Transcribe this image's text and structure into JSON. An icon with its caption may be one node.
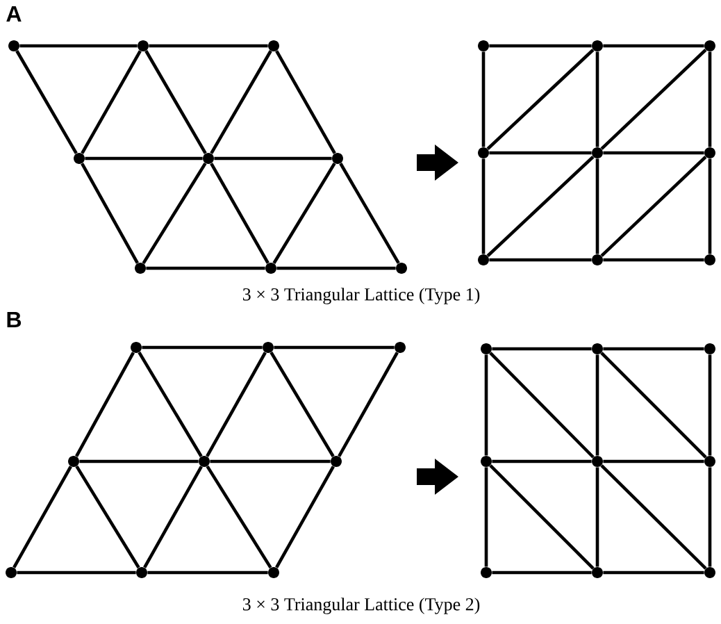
{
  "diagram": {
    "nodes": [
      {
        "text": [],
        "shape": "circle"
      },
      {
        "text": [],
        "shape": "circle"
      },
      {
        "text": [],
        "shape": "circle"
      },
      {
        "text": [],
        "shape": "circle"
      },
      {
        "text": [],
        "shape": "circle"
      },
      {
        "text": [],
        "shape": "circle"
      },
      {
        "text": [],
        "shape": "circle"
      },
      {
        "text": [],
        "shape": "circle"
      },
      {
        "text": [],
        "shape": "circle"
      },
      {
        "text": [],
        "shape": "circle"
      },
      {
        "text": [],
        "shape": "circle"
      },
      {
        "text": [],
        "shape": "circle"
      },
      {
        "text": [],
        "shape": "circle"
      },
      {
        "text": [],
        "shape": "circle"
      },
      {
        "text": [],
        "shape": "circle"
      },
      {
        "text": [],
        "shape": "circle"
      },
      {
        "text": [],
        "shape": "circle"
      },
      {
        "text": [],
        "shape": "circle"
      },
      {
        "text": [],
        "shape": "circle"
      },
      {
        "text": [],
        "shape": "circle"
      },
      {
        "text": [],
        "shape": "circle"
      },
      {
        "text": [],
        "shape": "circle"
      },
      {
        "text": [],
        "shape": "circle"
      },
      {
        "text": [],
        "shape": "circle"
      },
      {
        "text": [],
        "shape": "circle"
      },
      {
        "text": [],
        "shape": "circle"
      },
      {
        "text": [],
        "shape": "circle"
      },
      {
        "text": [],
        "shape": "circle"
      },
      {
        "text": [],
        "shape": "circle"
      },
      {
        "text": [],
        "shape": "circle"
      },
      {
        "text": [],
        "shape": "circle"
      },
      {
        "text": [],
        "shape": "circle"
      },
      {
        "text": [],
        "shape": "circle"
      },
      {
        "text": [],
        "shape": "circle"
      },
      {
        "text": [],
        "shape": "circle"
      },
      {
        "text": [],
        "shape": "circle"
      }
    ],
    "edges": [
      {
        "from": 0,
        "to": 1,
        "arrow": "none"
      },
      {
        "from": 1,
        "to": 2,
        "arrow": "none"
      },
      {
        "from": 3,
        "to": 4,
        "arrow": "none"
      },
      {
        "from": 4,
        "to": 5,
        "arrow": "none"
      },
      {
        "from": 6,
        "to": 7,
        "arrow": "none"
      },
      {
        "from": 7,
        "to": 8,
        "arrow": "none"
      },
      {
        "from": 0,
        "to": 3,
        "arrow": "none"
      },
      {
        "from": 1,
        "to": 4,
        "arrow": "none"
      },
      {
        "from": 2,
        "to": 5,
        "arrow": "none"
      },
      {
        "from": 3,
        "to": 6,
        "arrow": "none"
      },
      {
        "from": 4,
        "to": 7,
        "arrow": "none"
      },
      {
        "from": 5,
        "to": 8,
        "arrow": "none"
      },
      {
        "from": 1,
        "to": 3,
        "arrow": "none"
      },
      {
        "from": 2,
        "to": 4,
        "arrow": "none"
      },
      {
        "from": 4,
        "to": 6,
        "arrow": "none"
      },
      {
        "from": 5,
        "to": 7,
        "arrow": "none"
      },
      {
        "from": 9,
        "to": 10,
        "arrow": "none"
      },
      {
        "from": 10,
        "to": 11,
        "arrow": "none"
      },
      {
        "from": 12,
        "to": 13,
        "arrow": "none"
      },
      {
        "from": 13,
        "to": 14,
        "arrow": "none"
      },
      {
        "from": 15,
        "to": 16,
        "arrow": "none"
      },
      {
        "from": 16,
        "to": 17,
        "arrow": "none"
      },
      {
        "from": 9,
        "to": 12,
        "arrow": "none"
      },
      {
        "from": 10,
        "to": 13,
        "arrow": "none"
      },
      {
        "from": 11,
        "to": 14,
        "arrow": "none"
      },
      {
        "from": 12,
        "to": 15,
        "arrow": "none"
      },
      {
        "from": 13,
        "to": 16,
        "arrow": "none"
      },
      {
        "from": 14,
        "to": 17,
        "arrow": "none"
      },
      {
        "from": 10,
        "to": 12,
        "arrow": "none"
      },
      {
        "from": 11,
        "to": 13,
        "arrow": "none"
      },
      {
        "from": 13,
        "to": 15,
        "arrow": "none"
      },
      {
        "from": 14,
        "to": 16,
        "arrow": "none"
      },
      {
        "from": 18,
        "to": 19,
        "arrow": "none"
      },
      {
        "from": 19,
        "to": 20,
        "arrow": "none"
      },
      {
        "from": 21,
        "to": 22,
        "arrow": "none"
      },
      {
        "from": 22,
        "to": 23,
        "arrow": "none"
      },
      {
        "from": 24,
        "to": 25,
        "arrow": "none"
      },
      {
        "from": 25,
        "to": 26,
        "arrow": "none"
      },
      {
        "from": 18,
        "to": 21,
        "arrow": "none"
      },
      {
        "from": 19,
        "to": 22,
        "arrow": "none"
      },
      {
        "from": 20,
        "to": 23,
        "arrow": "none"
      },
      {
        "from": 21,
        "to": 24,
        "arrow": "none"
      },
      {
        "from": 22,
        "to": 25,
        "arrow": "none"
      },
      {
        "from": 23,
        "to": 26,
        "arrow": "none"
      },
      {
        "from": 18,
        "to": 22,
        "arrow": "none"
      },
      {
        "from": 19,
        "to": 23,
        "arrow": "none"
      },
      {
        "from": 21,
        "to": 25,
        "arrow": "none"
      },
      {
        "from": 22,
        "to": 26,
        "arrow": "none"
      },
      {
        "from": 27,
        "to": 28,
        "arrow": "none"
      },
      {
        "from": 28,
        "to": 29,
        "arrow": "none"
      },
      {
        "from": 30,
        "to": 31,
        "arrow": "none"
      },
      {
        "from": 31,
        "to": 32,
        "arrow": "none"
      },
      {
        "from": 33,
        "to": 34,
        "arrow": "none"
      },
      {
        "from": 34,
        "to": 35,
        "arrow": "none"
      },
      {
        "from": 27,
        "to": 30,
        "arrow": "none"
      },
      {
        "from": 28,
        "to": 31,
        "arrow": "none"
      },
      {
        "from": 29,
        "to": 32,
        "arrow": "none"
      },
      {
        "from": 30,
        "to": 33,
        "arrow": "none"
      },
      {
        "from": 31,
        "to": 34,
        "arrow": "none"
      },
      {
        "from": 32,
        "to": 35,
        "arrow": "none"
      },
      {
        "from": 27,
        "to": 31,
        "arrow": "none"
      },
      {
        "from": 28,
        "to": 32,
        "arrow": "none"
      },
      {
        "from": 30,
        "to": 34,
        "arrow": "none"
      },
      {
        "from": 31,
        "to": 35,
        "arrow": "none"
      }
    ],
    "labels": [
      "A",
      "3 × 3 Triangular Lattice (Type 1)",
      "B",
      "3 × 3 Triangular Lattice (Type 2)"
    ]
  }
}
